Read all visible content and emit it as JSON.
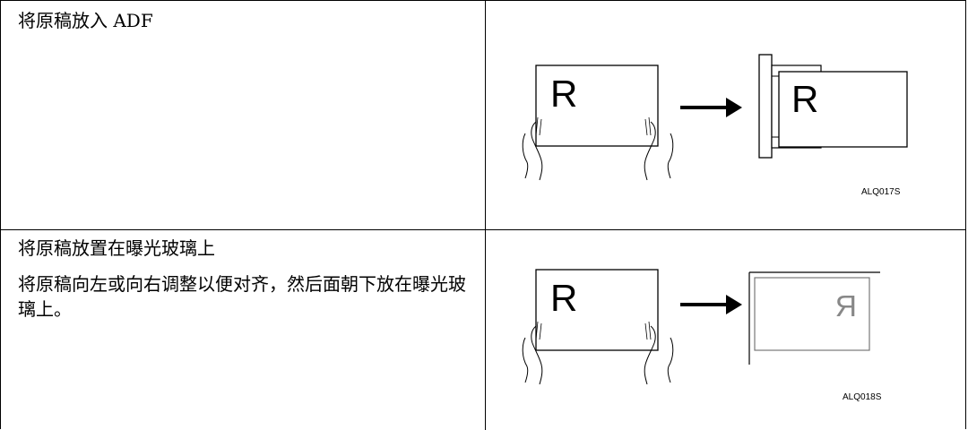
{
  "rows": [
    {
      "heading": "将原稿放入 ADF",
      "description": "",
      "figure": {
        "letter": "R",
        "code": "ALQ017S"
      }
    },
    {
      "heading": "将原稿放置在曝光玻璃上",
      "description": "将原稿向左或向右调整以便对齐，然后面朝下放在曝光玻璃上。",
      "figure": {
        "letter": "R",
        "mirrored_letter": "R",
        "code": "ALQ018S"
      }
    }
  ]
}
